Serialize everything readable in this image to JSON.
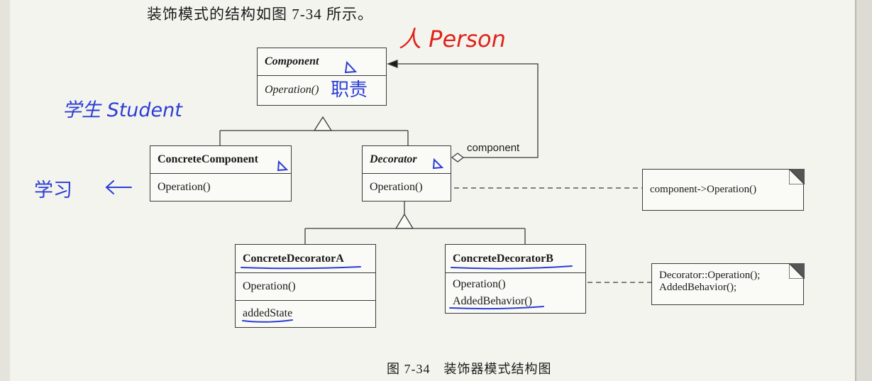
{
  "intro_text": "装饰模式的结构如图 7-34 所示。",
  "caption": "图 7-34　装饰器模式结构图",
  "classes": {
    "component": {
      "name": "Component",
      "op": "Operation()"
    },
    "concrete_component": {
      "name": "ConcreteComponent",
      "op": "Operation()"
    },
    "decorator": {
      "name": "Decorator",
      "op": "Operation()"
    },
    "concrete_decorator_a": {
      "name": "ConcreteDecoratorA",
      "op": "Operation()",
      "attr": "addedState"
    },
    "concrete_decorator_b": {
      "name": "ConcreteDecoratorB",
      "op": "Operation()",
      "op2": "AddedBehavior()"
    }
  },
  "association_label": "component",
  "notes": {
    "decorator_note": "component->Operation()",
    "decorator_b_note_line1": "Decorator::Operation();",
    "decorator_b_note_line2": "AddedBehavior();"
  },
  "annotations": {
    "person": "人 Person",
    "student": "学生 Student",
    "duty": "职责",
    "study": "学习"
  },
  "colors": {
    "handwriting_blue": "#2b3dd6",
    "handwriting_red": "#e0231c",
    "line": "#3a3a3a"
  }
}
